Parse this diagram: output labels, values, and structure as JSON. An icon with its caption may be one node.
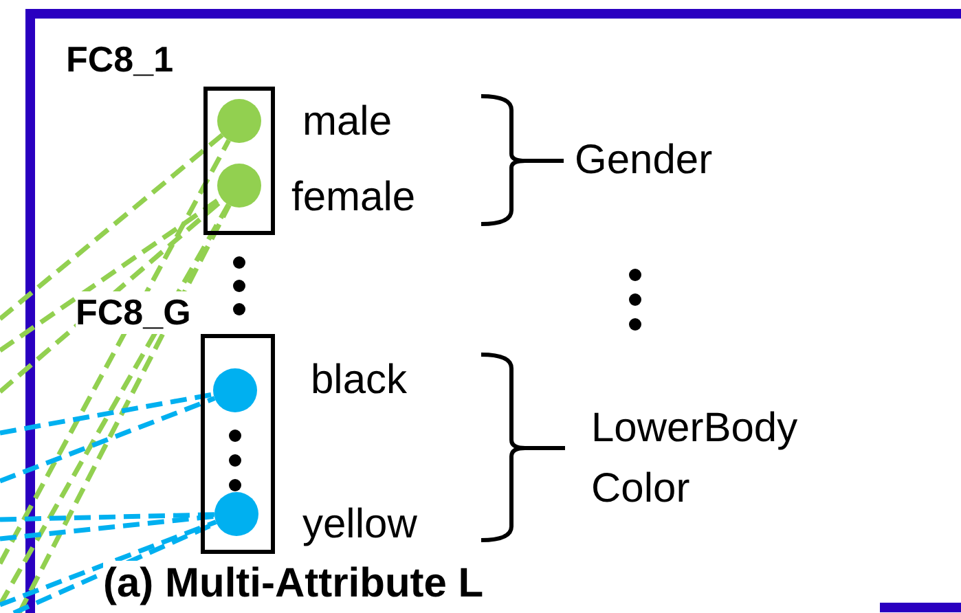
{
  "diagram": {
    "nodes": [
      {
        "text": [
          "FC8_1"
        ]
      },
      {
        "text": [],
        "shape": "circle",
        "in": 0,
        "beside": [
          "male"
        ]
      },
      {
        "text": [],
        "shape": "circle",
        "in": 0,
        "beside": [
          "female"
        ]
      },
      {
        "text": [
          "FC8_G"
        ]
      },
      {
        "text": [],
        "shape": "circle",
        "in": 3,
        "beside": [
          "black"
        ]
      },
      {
        "text": [],
        "shape": "circle",
        "in": 3,
        "beside": [
          "yellow"
        ]
      }
    ],
    "edges": [
      {
        "from": null,
        "to": 1,
        "arrow": "none",
        "style": "dashed",
        "color": "#92d050"
      },
      {
        "from": null,
        "to": 1,
        "arrow": "none",
        "style": "dashed",
        "color": "#92d050"
      },
      {
        "from": null,
        "to": 2,
        "arrow": "none",
        "style": "dashed",
        "color": "#92d050"
      },
      {
        "from": null,
        "to": 2,
        "arrow": "none",
        "style": "dashed",
        "color": "#92d050"
      },
      {
        "from": null,
        "to": 2,
        "arrow": "none",
        "style": "dashed",
        "color": "#92d050"
      },
      {
        "from": null,
        "to": 2,
        "arrow": "none",
        "style": "dashed",
        "color": "#92d050"
      },
      {
        "from": null,
        "to": 4,
        "arrow": "none",
        "style": "dashed",
        "color": "#00b0f0"
      },
      {
        "from": null,
        "to": 4,
        "arrow": "none",
        "style": "dashed",
        "color": "#00b0f0"
      },
      {
        "from": null,
        "to": 5,
        "arrow": "none",
        "style": "dashed",
        "color": "#00b0f0"
      },
      {
        "from": null,
        "to": 5,
        "arrow": "none",
        "style": "dashed",
        "color": "#00b0f0"
      },
      {
        "from": null,
        "to": 5,
        "arrow": "none",
        "style": "dashed",
        "color": "#00b0f0"
      },
      {
        "from": null,
        "to": 5,
        "arrow": "none",
        "style": "dashed",
        "color": "#00b0f0"
      }
    ],
    "labels": [
      "Gender",
      "LowerBody Color",
      "(a) Multi-Attribute L"
    ]
  }
}
